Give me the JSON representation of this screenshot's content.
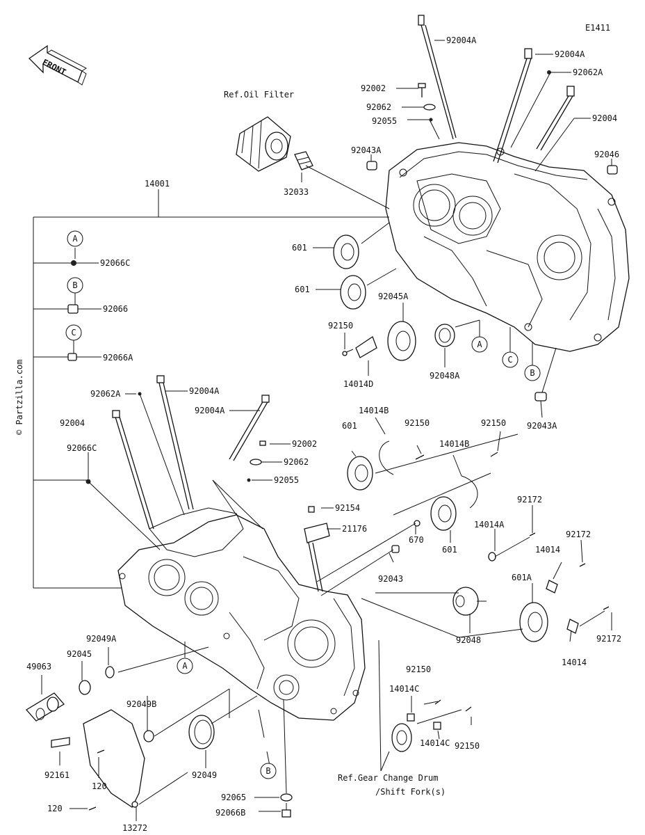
{
  "diagram_code": "E1411",
  "watermark": "© Partzilla.com",
  "front_label": "FRONT",
  "ref_notes": {
    "oil_filter": "Ref.Oil Filter",
    "gear_change_line1": "Ref.Gear Change Drum",
    "gear_change_line2": "/Shift Fork(s)"
  },
  "callouts": [
    "A",
    "B",
    "C",
    "A",
    "C",
    "B",
    "A",
    "B"
  ],
  "part_labels": [
    "92004A",
    "92004A",
    "92062A",
    "92004",
    "92002",
    "92062",
    "92055",
    "92043A",
    "92046",
    "32033",
    "14001",
    "92066C",
    "92066",
    "92066A",
    "601",
    "601",
    "92045A",
    "92150",
    "14014D",
    "92048A",
    "92043A",
    "92062A",
    "92004A",
    "92004A",
    "92004",
    "92002",
    "92062",
    "92055",
    "92066C",
    "14014B",
    "92150",
    "601",
    "14014B",
    "92150",
    "92154",
    "21176",
    "670",
    "601",
    "92172",
    "14014A",
    "92172",
    "14014",
    "92043",
    "601A",
    "92048",
    "92172",
    "14014",
    "49063",
    "92049A",
    "92045",
    "92049B",
    "92150",
    "14014C",
    "92150",
    "14014C",
    "92161",
    "120",
    "92049",
    "120",
    "13272",
    "92065",
    "92066B"
  ]
}
